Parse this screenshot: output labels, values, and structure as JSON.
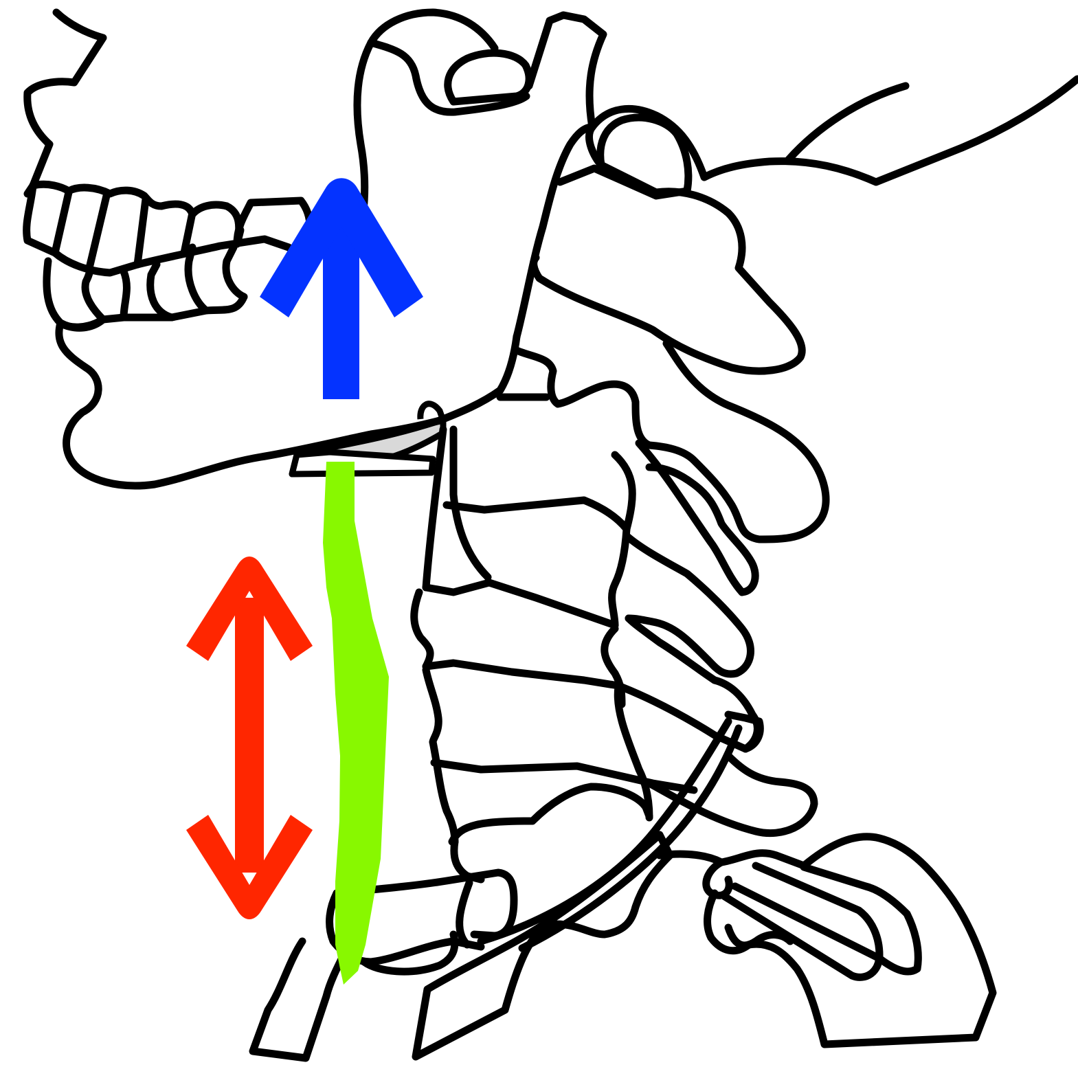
{
  "diagram": {
    "subject": "lateral-view-skull-jaw-cervical-spine-hyoid",
    "colors": {
      "outline": "#000000",
      "background": "#ffffff",
      "hyoid_fill": "#d9d9d9",
      "muscle": "#88f800",
      "arrow_up": "#0433ff",
      "arrow_double": "#ff2600"
    },
    "arrows": [
      {
        "id": "upward-arrow",
        "direction": "up",
        "color": "#0433ff"
      },
      {
        "id": "double-arrow",
        "direction": "up-down",
        "color": "#ff2600"
      }
    ]
  }
}
